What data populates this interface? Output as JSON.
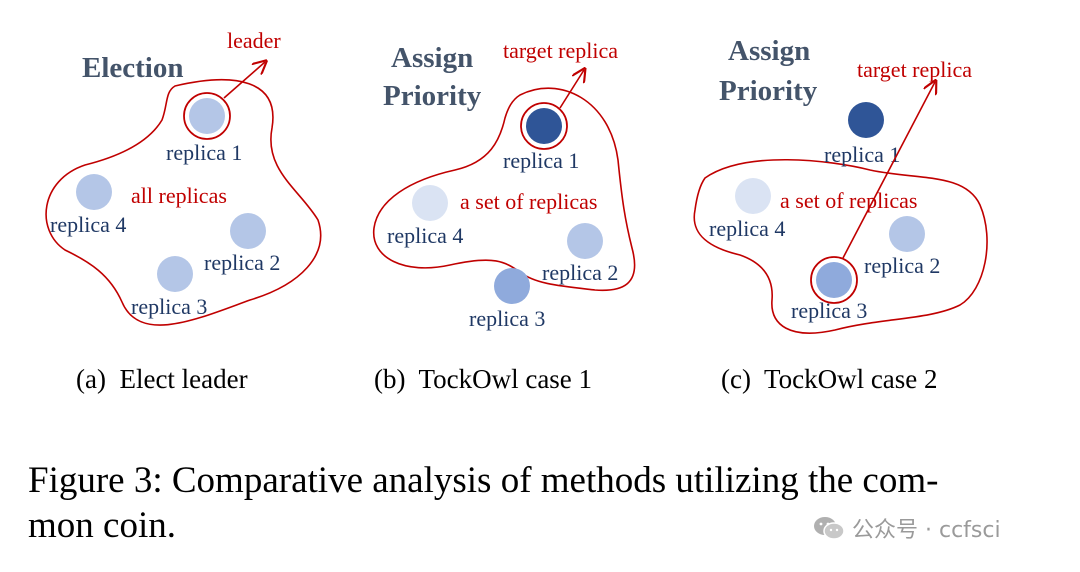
{
  "panels": [
    {
      "title_lines": [
        "Election"
      ],
      "group_label": "all replicas",
      "pointer_label": "leader",
      "replicas": [
        {
          "label": "replica 1",
          "color": "#b4c6e7",
          "highlighted": true
        },
        {
          "label": "replica 2",
          "color": "#b4c6e7",
          "highlighted": false
        },
        {
          "label": "replica 3",
          "color": "#b4c6e7",
          "highlighted": false
        },
        {
          "label": "replica 4",
          "color": "#b4c6e7",
          "highlighted": false
        }
      ],
      "subcaption": "(a)  Elect leader"
    },
    {
      "title_lines": [
        "Assign",
        "Priority"
      ],
      "group_label": "a set of replicas",
      "pointer_label": "target replica",
      "replicas": [
        {
          "label": "replica 1",
          "color": "#2f5597",
          "highlighted": true
        },
        {
          "label": "replica 2",
          "color": "#b4c6e7",
          "highlighted": false
        },
        {
          "label": "replica 3",
          "color": "#8faadc",
          "highlighted": false
        },
        {
          "label": "replica 4",
          "color": "#dae3f3",
          "highlighted": false
        }
      ],
      "subcaption": "(b)  TockOwl case 1"
    },
    {
      "title_lines": [
        "Assign",
        "Priority"
      ],
      "group_label": "a set of replicas",
      "pointer_label": "target replica",
      "replicas": [
        {
          "label": "replica 1",
          "color": "#2f5597",
          "highlighted": false
        },
        {
          "label": "replica 2",
          "color": "#b4c6e7",
          "highlighted": false
        },
        {
          "label": "replica 3",
          "color": "#8faadc",
          "highlighted": true
        },
        {
          "label": "replica 4",
          "color": "#dae3f3",
          "highlighted": false
        }
      ],
      "subcaption": "(c)  TockOwl case 2"
    }
  ],
  "caption": "Figure 3: Comparative analysis of methods utilizing the com-mon coin.",
  "caption_lines": [
    "Figure 3: Comparative analysis of methods utilizing the com-",
    "mon coin."
  ],
  "watermark": "公众号 · ccfsci",
  "colors": {
    "accent": "#c00000",
    "title": "#44546a",
    "replica_text": "#1f3864"
  }
}
